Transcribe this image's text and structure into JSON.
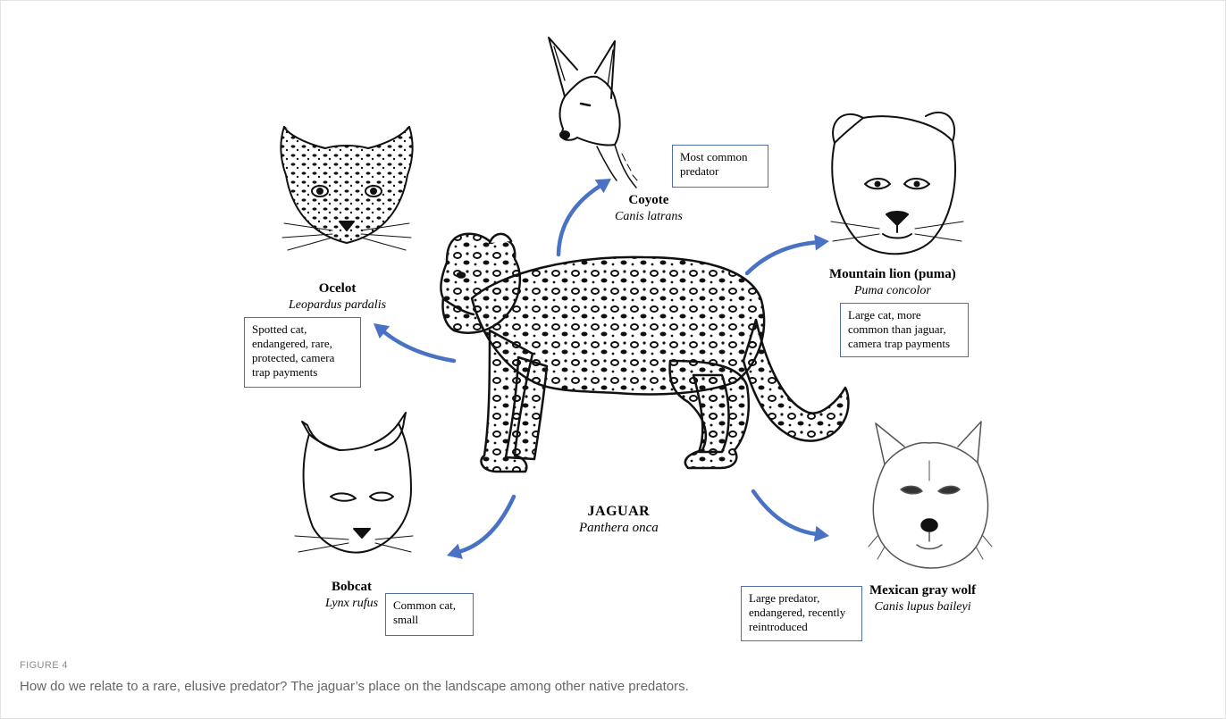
{
  "colors": {
    "arrow": "#4a72c4",
    "note_border": "#4f6ea8"
  },
  "center": {
    "common_name": "JAGUAR",
    "scientific_name": "Panthera onca"
  },
  "animals": {
    "coyote": {
      "common_name": "Coyote",
      "scientific_name": "Canis latrans",
      "note_lines": [
        "Most common",
        "predator"
      ]
    },
    "ocelot": {
      "common_name": "Ocelot",
      "scientific_name": "Leopardus pardalis",
      "note_lines": [
        "Spotted cat,",
        "endangered, rare,",
        "protected, camera",
        "trap payments"
      ]
    },
    "puma": {
      "common_name": "Mountain lion (puma)",
      "scientific_name": "Puma concolor",
      "note_lines": [
        "Large cat, more",
        "common than jaguar,",
        "camera trap payments"
      ]
    },
    "bobcat": {
      "common_name": "Bobcat",
      "scientific_name": "Lynx rufus",
      "note_lines": [
        "Common cat,",
        "small"
      ]
    },
    "wolf": {
      "common_name": "Mexican gray wolf",
      "scientific_name": "Canis lupus baileyi",
      "note_lines": [
        "Large predator,",
        "endangered, recently",
        "reintroduced"
      ]
    }
  },
  "caption": {
    "label": "FIGURE 4",
    "text": "How do we relate to a rare, elusive predator? The jaguar’s place on the landscape among other native predators."
  }
}
